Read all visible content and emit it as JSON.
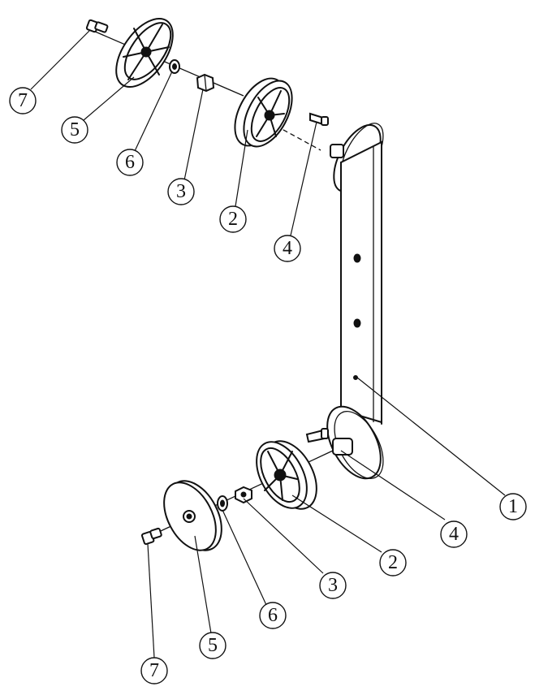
{
  "callouts": [
    {
      "id": "c7-top",
      "label": "7"
    },
    {
      "id": "c5-top",
      "label": "5"
    },
    {
      "id": "c6-top",
      "label": "6"
    },
    {
      "id": "c3-top",
      "label": "3"
    },
    {
      "id": "c2-top",
      "label": "2"
    },
    {
      "id": "c4-top",
      "label": "4"
    },
    {
      "id": "c1",
      "label": "1"
    },
    {
      "id": "c4-bot",
      "label": "4"
    },
    {
      "id": "c2-bot",
      "label": "2"
    },
    {
      "id": "c3-bot",
      "label": "3"
    },
    {
      "id": "c6-bot",
      "label": "6"
    },
    {
      "id": "c5-bot",
      "label": "5"
    },
    {
      "id": "c7-bot",
      "label": "7"
    }
  ]
}
